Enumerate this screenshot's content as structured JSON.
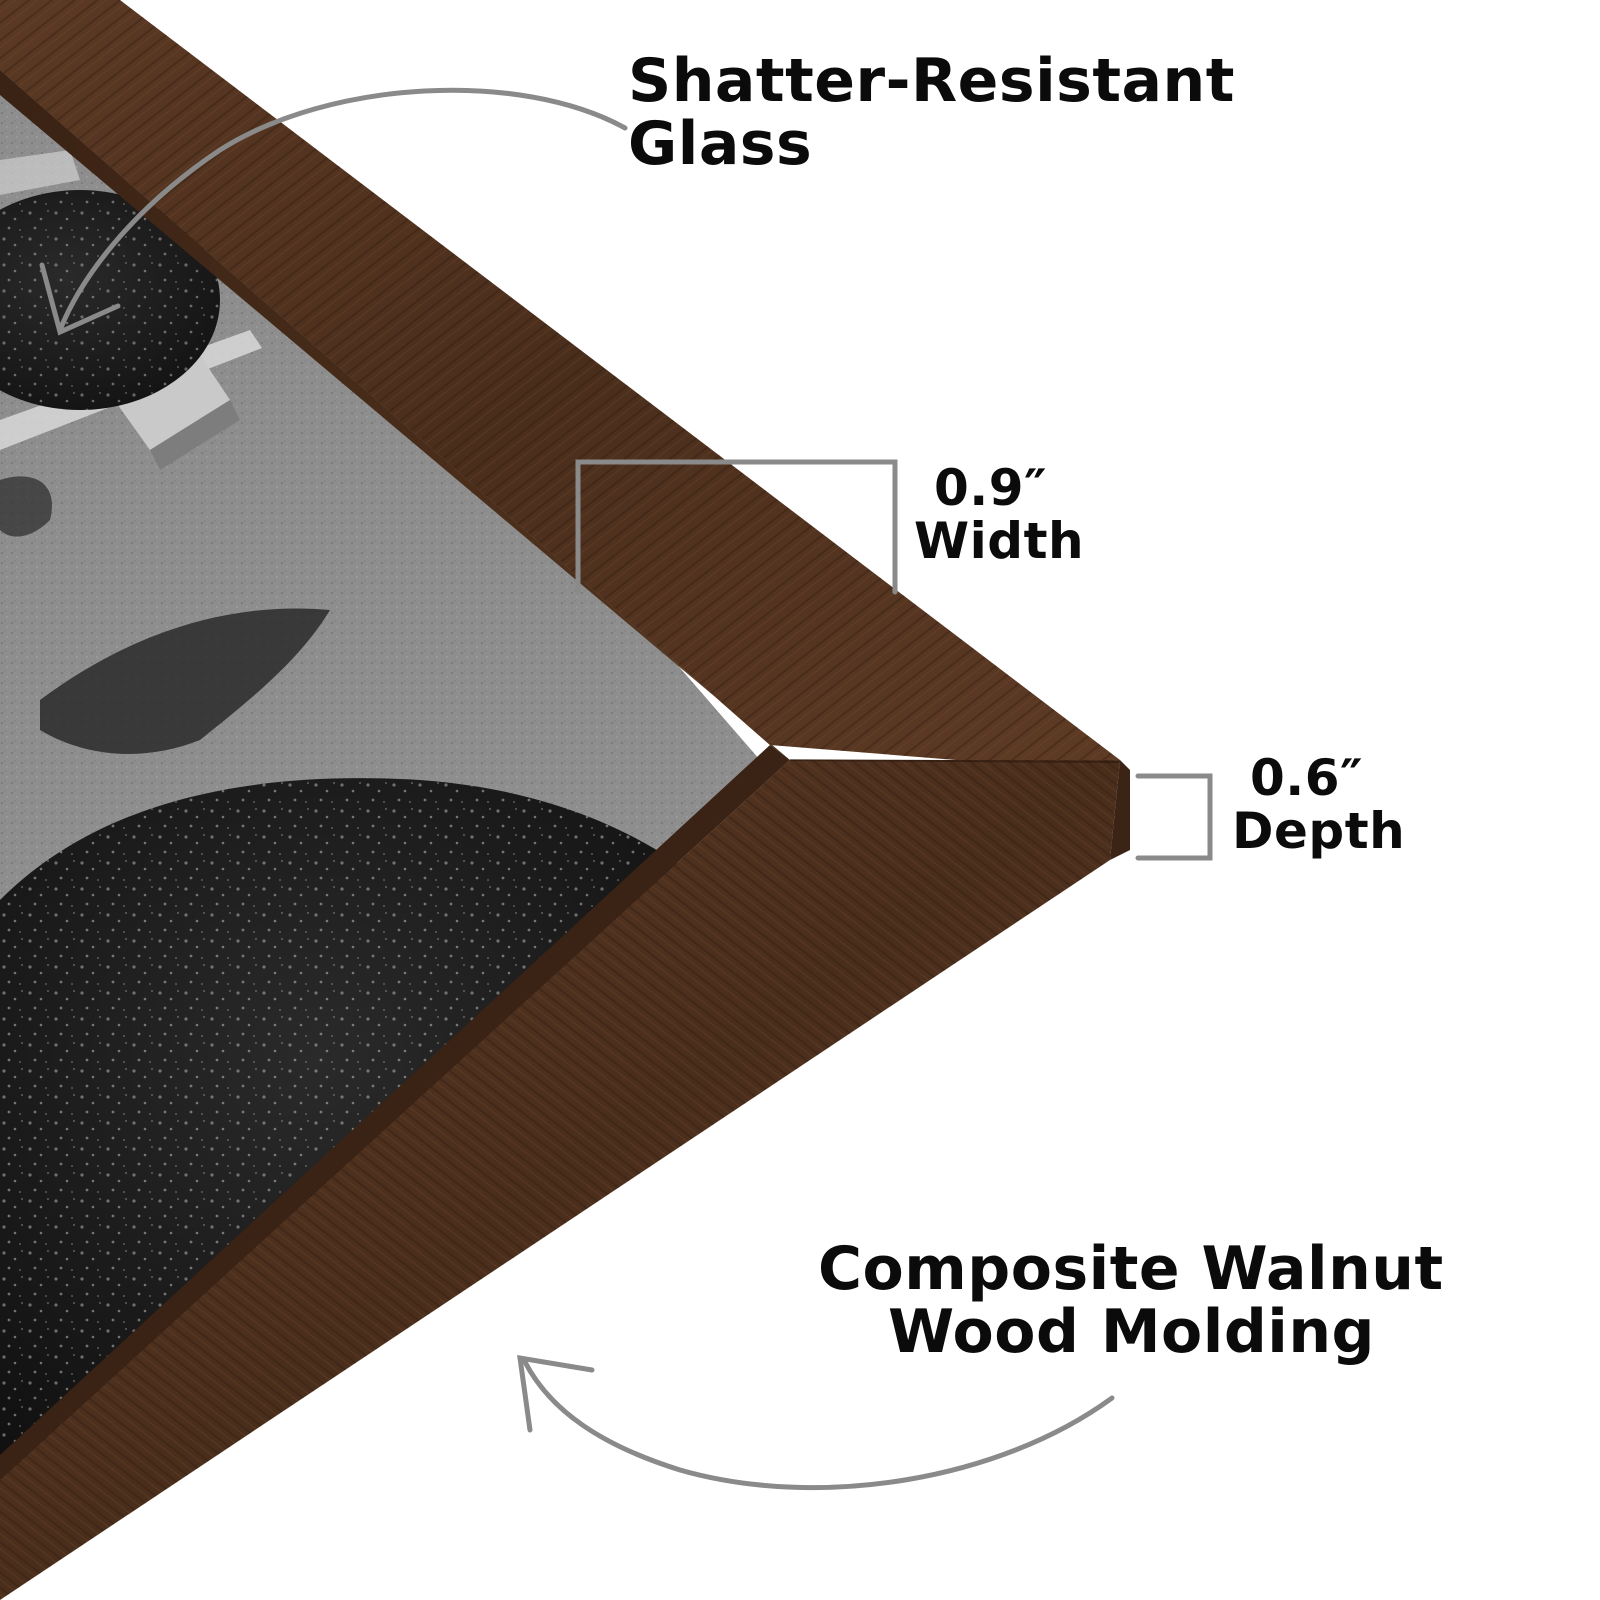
{
  "callouts": {
    "glass": {
      "line1": "Shatter-Resistant",
      "line2": "Glass"
    },
    "width": {
      "value": "0.9″",
      "label": "Width"
    },
    "depth": {
      "value": "0.6″",
      "label": "Depth"
    },
    "molding": {
      "line1": "Composite Walnut",
      "line2": "Wood Molding"
    }
  },
  "colors": {
    "frame_dark": "#3e2516",
    "frame_mid": "#5a3823",
    "frame_light": "#6f4a30",
    "photo_ground": "#8c8c8c",
    "photo_shrub": "#1c1c1c",
    "annotation_line": "#8a8a8a",
    "text": "#0b0b0b",
    "background": "#ffffff"
  }
}
